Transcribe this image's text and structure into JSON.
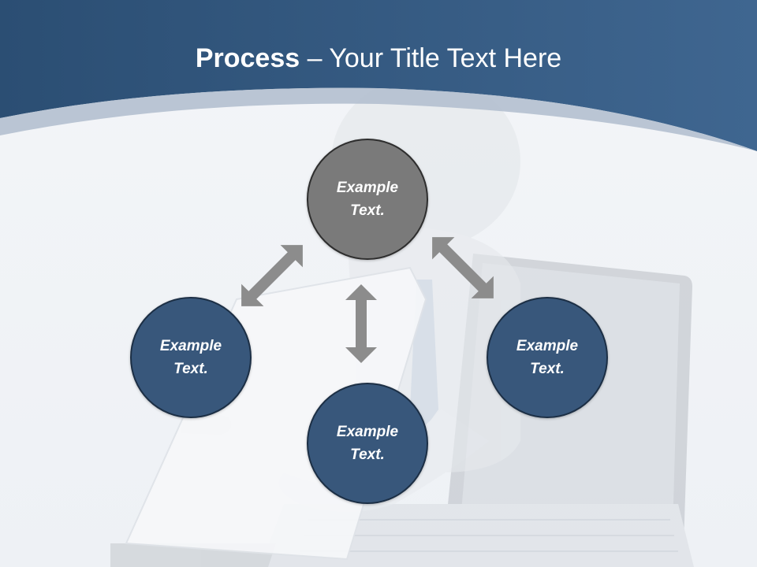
{
  "slide": {
    "title_bold": "Process",
    "title_separator": " – ",
    "title_rest": "Your Title Text Here"
  },
  "nodes": {
    "top": "Example Text.",
    "left": "Example Text.",
    "right": "Example Text.",
    "bottom": "Example Text."
  },
  "colors": {
    "header_blue": "#2f5479",
    "node_blue": "#38577b",
    "node_gray": "#7a7a7a",
    "arrow_gray": "#8c8c8c"
  }
}
